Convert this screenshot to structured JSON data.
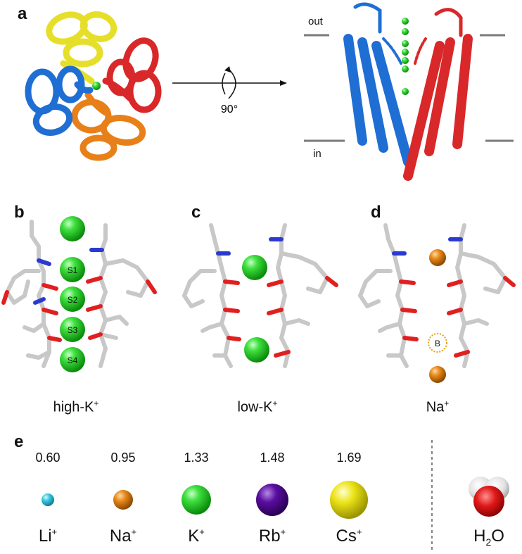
{
  "panels": {
    "a": "a",
    "b": "b",
    "c": "c",
    "d": "d",
    "e": "e"
  },
  "panel_a": {
    "out_label": "out",
    "in_label": "in",
    "rotation_label": "90°"
  },
  "panel_b": {
    "sites": [
      "S1",
      "S2",
      "S3",
      "S4"
    ],
    "caption": "high-K",
    "caption_sup": "+"
  },
  "panel_c": {
    "caption": "low-K",
    "caption_sup": "+"
  },
  "panel_d": {
    "site_label": "B",
    "caption": "Na",
    "caption_sup": "+"
  },
  "panel_e": {
    "ions": [
      {
        "symbol": "Li",
        "charge": "+",
        "radius": "0.60",
        "color": "#3cc8e0"
      },
      {
        "symbol": "Na",
        "charge": "+",
        "radius": "0.95",
        "color": "#e08010"
      },
      {
        "symbol": "K",
        "charge": "+",
        "radius": "1.33",
        "color": "#22cc22"
      },
      {
        "symbol": "Rb",
        "charge": "+",
        "radius": "1.48",
        "color": "#5a0ea0"
      },
      {
        "symbol": "Cs",
        "charge": "+",
        "radius": "1.69",
        "color": "#e8e010"
      }
    ],
    "water": {
      "base": "H",
      "sub": "2",
      "tail": "O"
    }
  },
  "colors": {
    "chain_yellow": "#e6df2a",
    "chain_red": "#d8282a",
    "chain_blue": "#1f6ed4",
    "chain_orange": "#e8801a",
    "potassium": "#22cc22",
    "sodium": "#e08010"
  }
}
